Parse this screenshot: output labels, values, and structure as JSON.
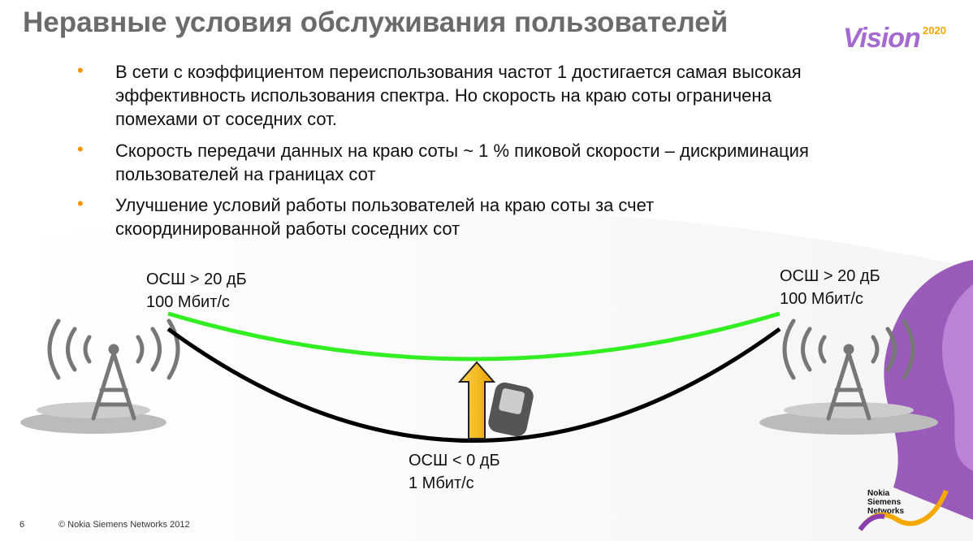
{
  "title": "Неравные условия обслуживания пользователей",
  "bullets": [
    {
      "marker": "•",
      "text": "В сети с коэффициентом переиспользования частот 1 достигается самая высокая эффективность использования спектра. Но скорость на краю соты ограничена помехами от соседних сот."
    },
    {
      "marker": "•",
      "text": "Скорость передачи данных на краю соты ~ 1 % пиковой скорости – дискриминация пользователей на границах сот"
    },
    {
      "marker": "•",
      "text": "Улучшение условий работы пользователей на краю соты за счет скоординированной работы соседних сот"
    }
  ],
  "diagram": {
    "left": {
      "snr": "ОСШ > 20 дБ",
      "rate": "100 Мбит/с"
    },
    "right": {
      "snr": "ОСШ > 20 дБ",
      "rate": "100 Мбит/с"
    },
    "edge": {
      "snr": "ОСШ < 0 дБ",
      "rate": "1 Мбит/с"
    },
    "colors": {
      "green": "#33ee22",
      "black": "#000000",
      "arrow": "#f5b800"
    }
  },
  "logos": {
    "vision": "Vision",
    "vision_year": "2020",
    "nsn": "Nokia Siemens Networks"
  },
  "footer": {
    "page": "6",
    "copyright": "© Nokia Siemens Networks 2012"
  }
}
